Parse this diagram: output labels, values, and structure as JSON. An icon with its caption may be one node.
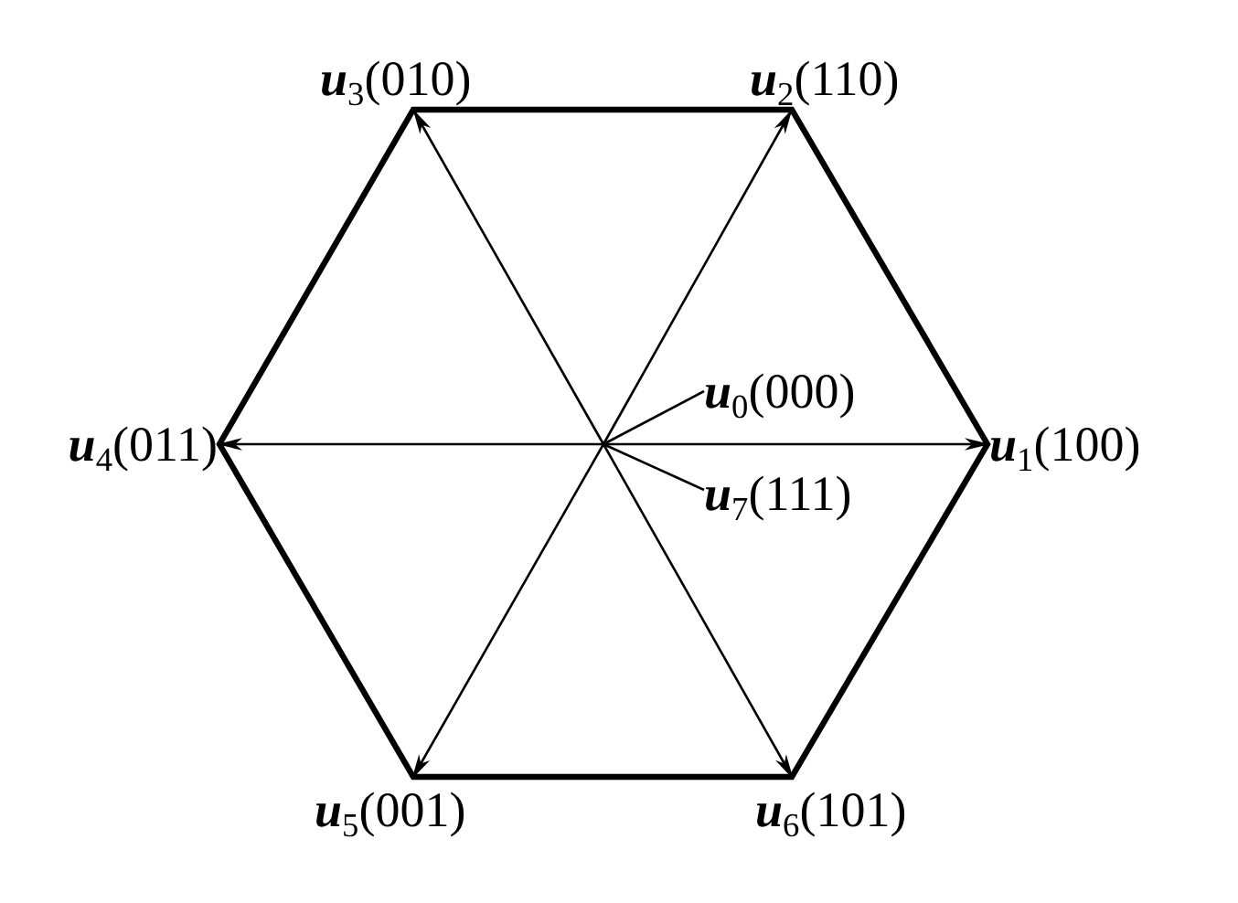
{
  "diagram": {
    "nodes": [
      {
        "text": [],
        "shape": "hexagon"
      },
      {
        "text": [
          "**u**$_{3}$(010)"
        ]
      },
      {
        "text": [
          "**u**$_{2}$(110)"
        ]
      },
      {
        "text": [
          "**u**$_{0}$(000)"
        ],
        "in": 0
      },
      {
        "text": [
          "**u**$_{4}$(011)"
        ]
      },
      {
        "text": [
          "**u**$_{1}$(100)"
        ]
      },
      {
        "text": [
          "**u**$_{7}$(111)"
        ],
        "in": 0
      },
      {
        "text": [
          "**u**$_{5}$(001)"
        ]
      },
      {
        "text": [
          "**u**$_{6}$(101)"
        ]
      }
    ],
    "edges": [
      {
        "from": null,
        "to": 5,
        "arrow": "to"
      },
      {
        "from": null,
        "to": 2,
        "arrow": "to"
      },
      {
        "from": null,
        "to": 1,
        "arrow": "to"
      },
      {
        "from": null,
        "to": 4,
        "arrow": "to"
      },
      {
        "from": null,
        "to": 7,
        "arrow": "to"
      },
      {
        "from": null,
        "to": 8,
        "arrow": "to"
      },
      {
        "from": 3,
        "to": null,
        "arrow": "none"
      },
      {
        "from": 6,
        "to": null,
        "arrow": "none"
      }
    ]
  }
}
